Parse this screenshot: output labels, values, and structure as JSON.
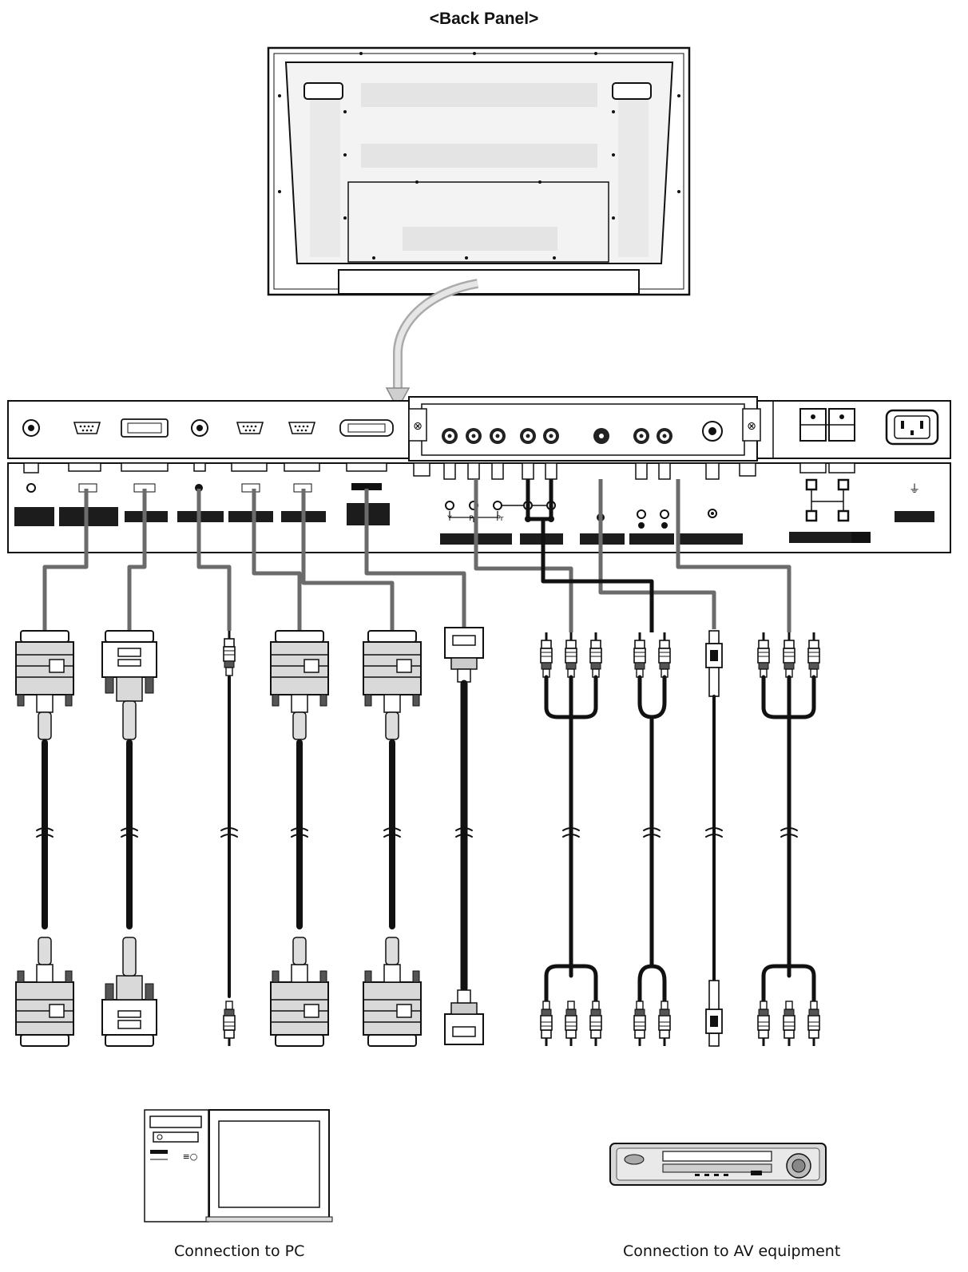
{
  "title": "<Back Panel>",
  "captions": {
    "pc": "Connection to PC",
    "av": "Connection to AV equipment"
  },
  "component_labels": {
    "y": "Y",
    "pb": "Pb",
    "pr": "Pr"
  },
  "colors": {
    "line": "#111111",
    "panel": "#f2f2f2",
    "dark_label": "#1c1c1c",
    "cable_gray": "#6b6b6b",
    "screen": "#cfcfcf"
  },
  "icons": {
    "back_panel": "tv-back-panel-icon",
    "pc": "desktop-pc-icon",
    "av": "vcr-icon",
    "arrow": "curved-arrow-icon"
  }
}
